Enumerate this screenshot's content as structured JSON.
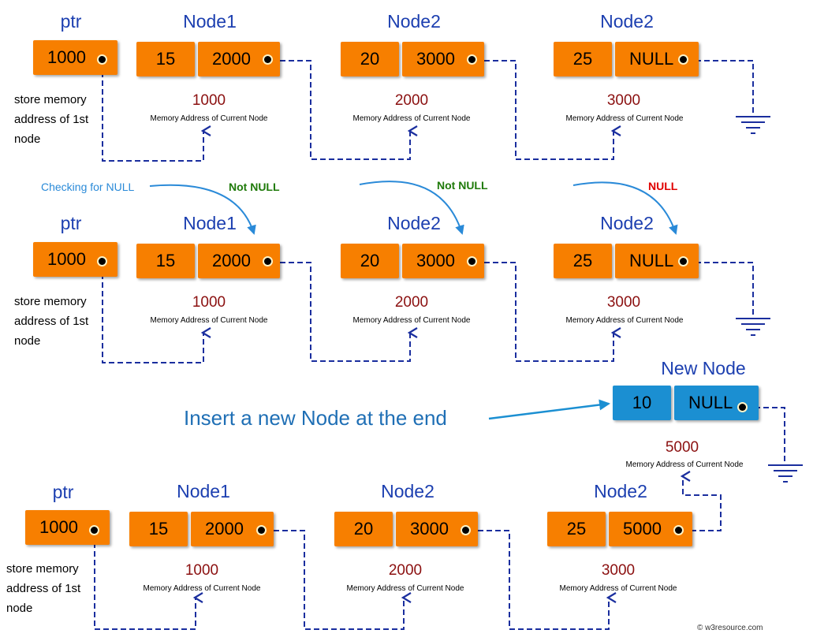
{
  "colors": {
    "node_fill": "#f77f00",
    "new_node_fill": "#1b8fd2",
    "title_text": "#1c3fb0",
    "address_text": "#8b1010",
    "link_line": "#1a2e9e",
    "check_arrow": "#2a8ad8",
    "not_null_text": "#1f7a0a",
    "null_text": "#e00000"
  },
  "rows": [
    {
      "ptr": {
        "label": "ptr",
        "value": "1000",
        "note": [
          "store memory",
          "address of 1st",
          "node"
        ]
      },
      "nodes": [
        {
          "title": "Node1",
          "data": "15",
          "next": "2000",
          "address": "1000",
          "caption": "Memory Address of Current Node"
        },
        {
          "title": "Node2",
          "data": "20",
          "next": "3000",
          "address": "2000",
          "caption": "Memory Address of Current Node"
        },
        {
          "title": "Node2",
          "data": "25",
          "next": "NULL",
          "address": "3000",
          "caption": "Memory Address of Current Node"
        }
      ]
    },
    {
      "check_label": "Checking for NULL",
      "statuses": [
        {
          "text": "Not NULL",
          "kind": "not-null"
        },
        {
          "text": "Not NULL",
          "kind": "not-null"
        },
        {
          "text": "NULL",
          "kind": "null"
        }
      ],
      "ptr": {
        "label": "ptr",
        "value": "1000",
        "note": [
          "store memory",
          "address of 1st",
          "node"
        ]
      },
      "nodes": [
        {
          "title": "Node1",
          "data": "15",
          "next": "2000",
          "address": "1000",
          "caption": "Memory Address of Current Node"
        },
        {
          "title": "Node2",
          "data": "20",
          "next": "3000",
          "address": "2000",
          "caption": "Memory Address of Current Node"
        },
        {
          "title": "Node2",
          "data": "25",
          "next": "NULL",
          "address": "3000",
          "caption": "Memory Address of Current Node"
        }
      ]
    },
    {
      "ptr": {
        "label": "ptr",
        "value": "1000",
        "note": [
          "store memory",
          "address of 1st",
          "node"
        ]
      },
      "nodes": [
        {
          "title": "Node1",
          "data": "15",
          "next": "2000",
          "address": "1000",
          "caption": "Memory Address of Current Node"
        },
        {
          "title": "Node2",
          "data": "20",
          "next": "3000",
          "address": "2000",
          "caption": "Memory Address of Current Node"
        },
        {
          "title": "Node2",
          "data": "25",
          "next": "5000",
          "address": "3000",
          "caption": "Memory Address of Current Node"
        }
      ]
    }
  ],
  "new_node": {
    "title": "New Node",
    "data": "10",
    "next": "NULL",
    "address": "5000",
    "caption": "Memory Address of Current Node",
    "insert_label": "Insert a new Node at the end"
  },
  "credit": "© w3resource.com"
}
